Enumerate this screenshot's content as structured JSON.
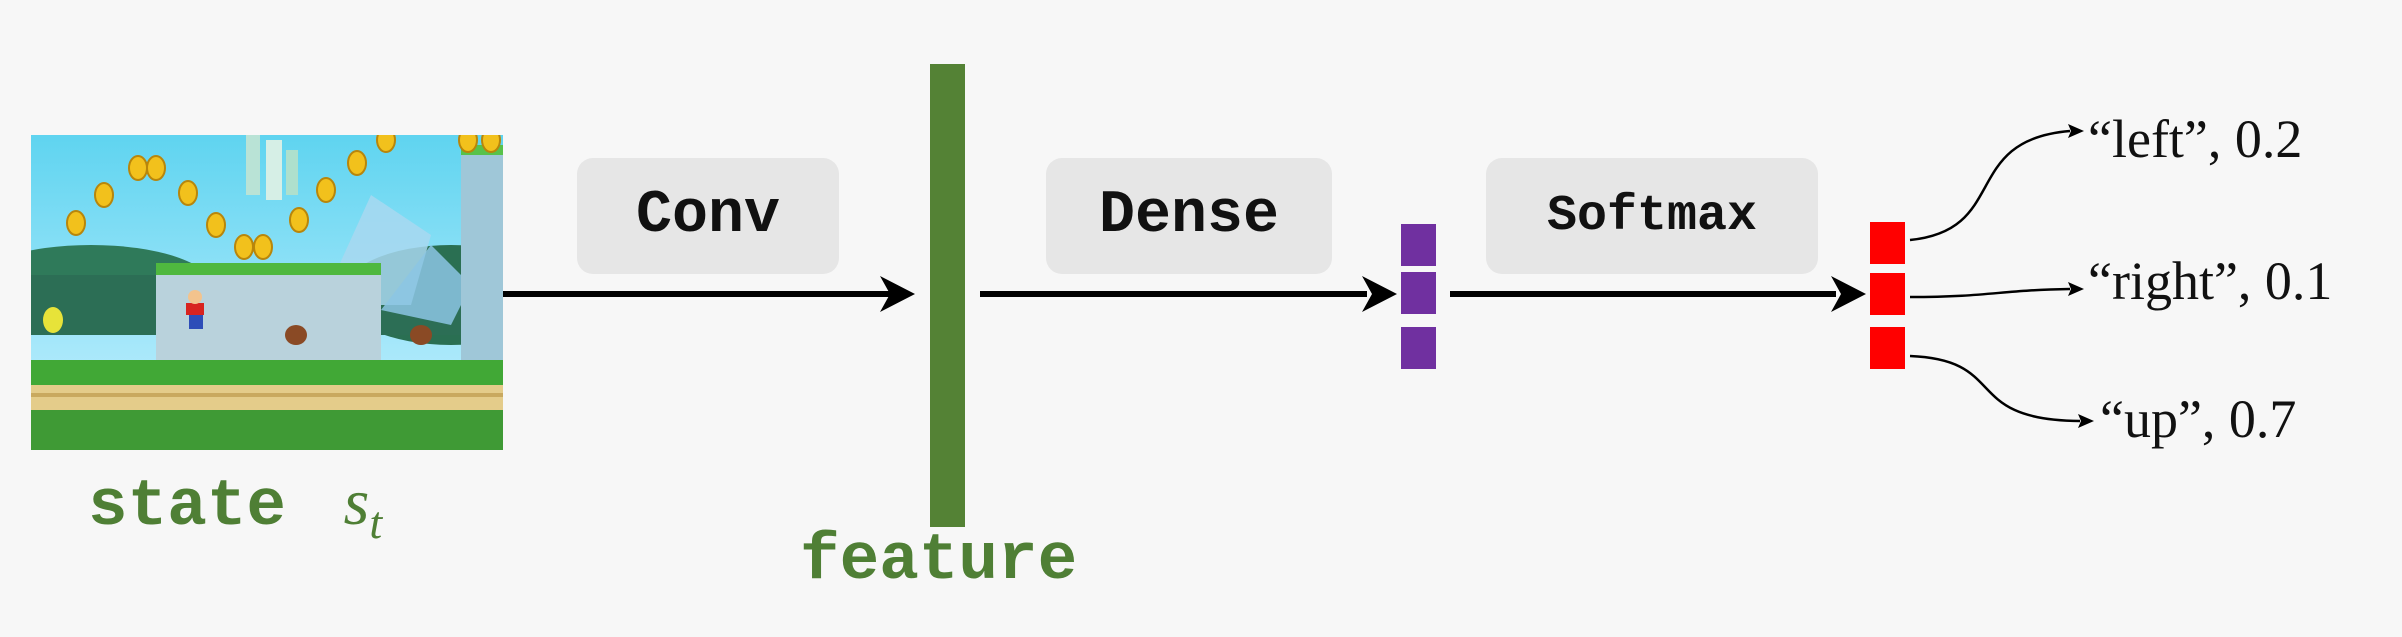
{
  "input": {
    "label_word": "state",
    "label_symbol": "s",
    "label_subscript": "t"
  },
  "layers": [
    {
      "name": "Conv"
    },
    {
      "name": "Dense"
    },
    {
      "name": "Softmax"
    }
  ],
  "feature": {
    "label": "feature",
    "color": "#548235"
  },
  "dense_output": {
    "color": "#7030a0",
    "units": 3
  },
  "softmax_output": {
    "color": "#ff0000",
    "units": 3
  },
  "actions": [
    {
      "text": "“left”, 0.2",
      "action": "left",
      "probability": 0.2
    },
    {
      "text": "“right”, 0.1",
      "action": "right",
      "probability": 0.1
    },
    {
      "text": "“up”, 0.7",
      "action": "up",
      "probability": 0.7
    }
  ],
  "colors": {
    "arrow": "#000000",
    "op_box": "#e6e6e6",
    "caption": "#4f7f35"
  }
}
